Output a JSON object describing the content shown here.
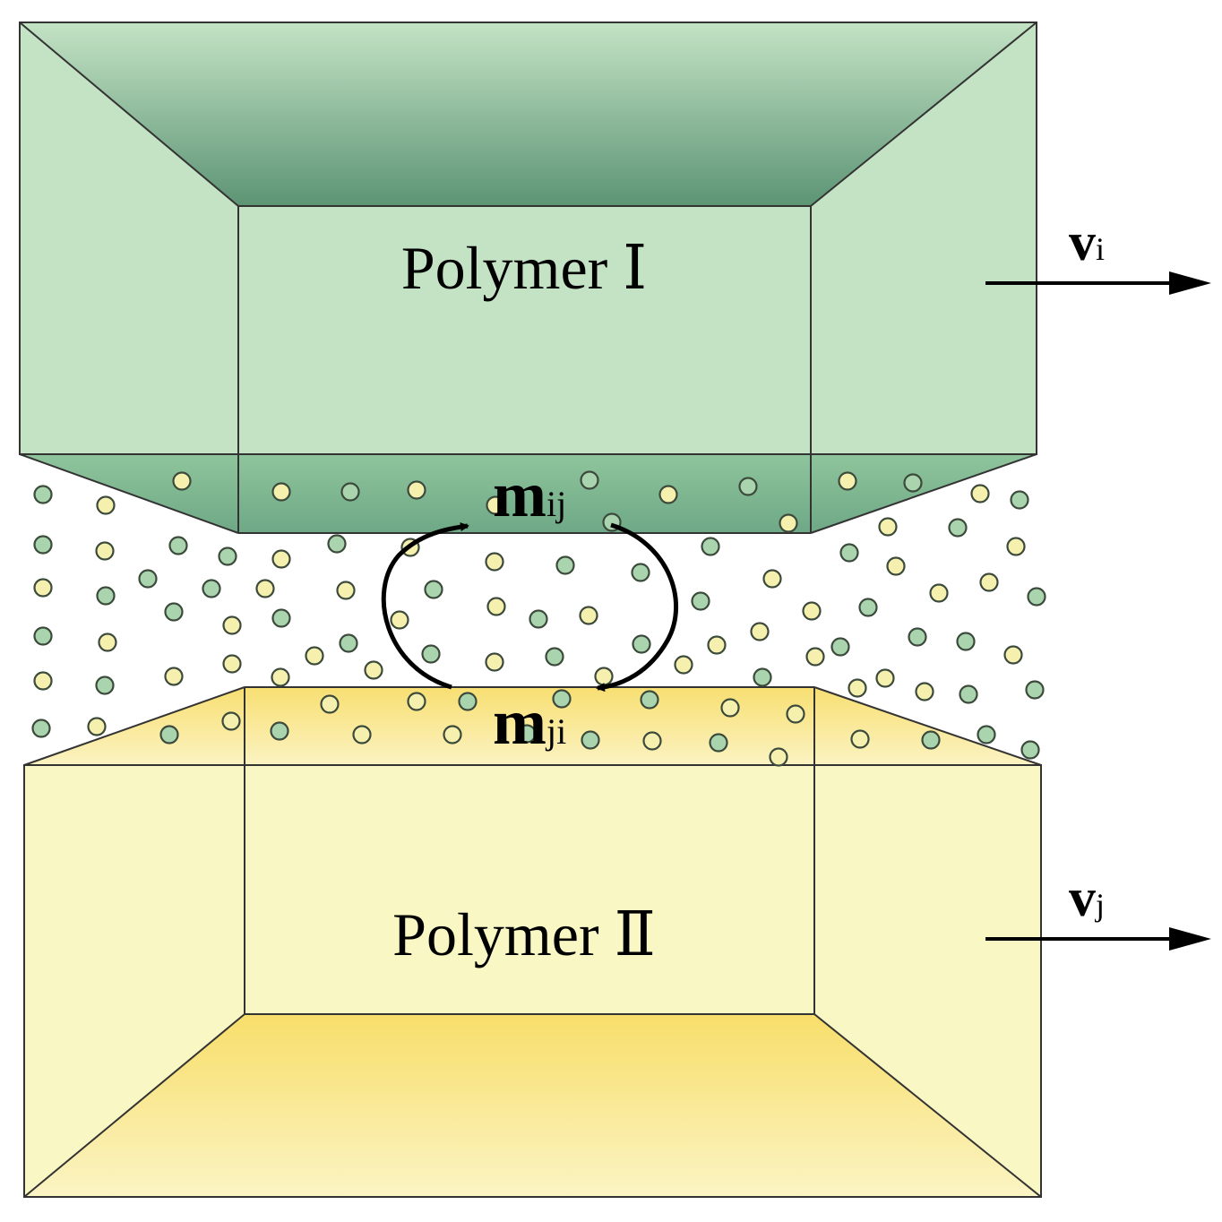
{
  "polymer_top": {
    "label": "Polymer Ⅰ",
    "color": "#c4e3c5",
    "ceiling_color_dark": "#5c9474"
  },
  "polymer_bottom": {
    "label": "Polymer Ⅱ",
    "color": "#f9f7c4",
    "floor_color_dark": "#f8de6a"
  },
  "velocity_top": {
    "symbol": "v",
    "subscript": "i"
  },
  "velocity_bottom": {
    "symbol": "v",
    "subscript": "j"
  },
  "exchange_top": {
    "symbol": "m",
    "subscript": "ij"
  },
  "exchange_bottom": {
    "symbol": "m",
    "subscript": "ji"
  },
  "particle_colors": {
    "green": "#a9d4ae",
    "yellow": "#f5f0ae",
    "outline": "#3c4a3c"
  }
}
